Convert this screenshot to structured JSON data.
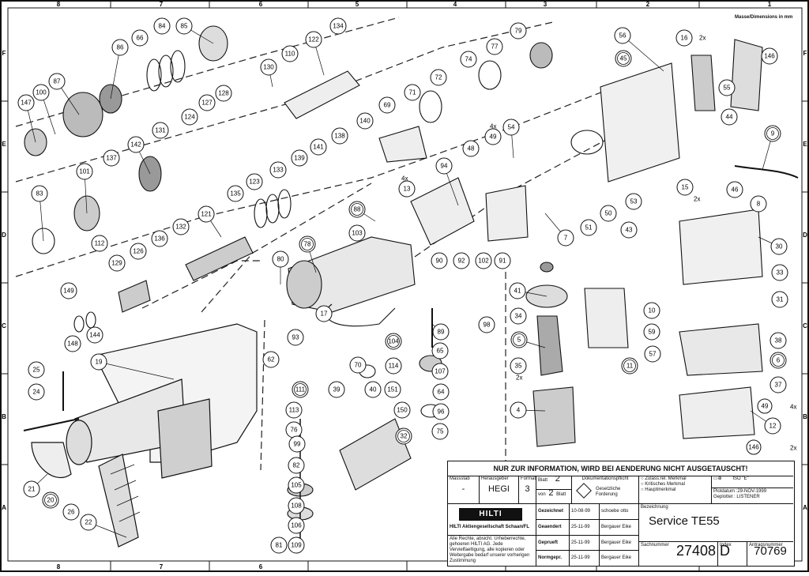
{
  "frame": {
    "top_cols": [
      "8",
      "7",
      "6",
      "5",
      "4",
      "3",
      "2",
      "1"
    ],
    "bottom_cols": [
      "8",
      "7",
      "6"
    ],
    "side_rows": [
      "F",
      "E",
      "D",
      "C",
      "B",
      "A"
    ],
    "dimension_note": "Masse/Dimensions in mm"
  },
  "callouts": [
    {
      "n": "147",
      "ring": false
    },
    {
      "n": "100",
      "ring": false
    },
    {
      "n": "87",
      "ring": false
    },
    {
      "n": "86",
      "ring": false
    },
    {
      "n": "66",
      "ring": false
    },
    {
      "n": "84",
      "ring": false
    },
    {
      "n": "85",
      "ring": false
    },
    {
      "n": "122",
      "ring": false
    },
    {
      "n": "134",
      "ring": false
    },
    {
      "n": "110",
      "ring": false
    },
    {
      "n": "130",
      "ring": false
    },
    {
      "n": "128",
      "ring": false
    },
    {
      "n": "127",
      "ring": false
    },
    {
      "n": "124",
      "ring": false
    },
    {
      "n": "131",
      "ring": false
    },
    {
      "n": "142",
      "ring": false
    },
    {
      "n": "137",
      "ring": false
    },
    {
      "n": "101",
      "ring": false
    },
    {
      "n": "83",
      "ring": false
    },
    {
      "n": "112",
      "ring": false
    },
    {
      "n": "135",
      "ring": false
    },
    {
      "n": "123",
      "ring": false
    },
    {
      "n": "133",
      "ring": false
    },
    {
      "n": "139",
      "ring": false
    },
    {
      "n": "141",
      "ring": false
    },
    {
      "n": "138",
      "ring": false
    },
    {
      "n": "140",
      "ring": false
    },
    {
      "n": "69",
      "ring": false
    },
    {
      "n": "71",
      "ring": false
    },
    {
      "n": "72",
      "ring": false
    },
    {
      "n": "74",
      "ring": false
    },
    {
      "n": "77",
      "ring": false
    },
    {
      "n": "79",
      "ring": false
    },
    {
      "n": "121",
      "ring": false
    },
    {
      "n": "132",
      "ring": false
    },
    {
      "n": "136",
      "ring": false
    },
    {
      "n": "126",
      "ring": false
    },
    {
      "n": "129",
      "ring": false
    },
    {
      "n": "149",
      "ring": false
    },
    {
      "n": "148",
      "ring": false
    },
    {
      "n": "144",
      "ring": false
    },
    {
      "n": "88",
      "ring": true
    },
    {
      "n": "103",
      "ring": false
    },
    {
      "n": "80",
      "ring": false
    },
    {
      "n": "78",
      "ring": true
    },
    {
      "n": "17",
      "ring": false
    },
    {
      "n": "90",
      "ring": false
    },
    {
      "n": "92",
      "ring": false
    },
    {
      "n": "102",
      "ring": false
    },
    {
      "n": "91",
      "ring": false
    },
    {
      "n": "98",
      "ring": false
    },
    {
      "n": "94",
      "ring": false
    },
    {
      "n": "13",
      "ring": false
    },
    {
      "n": "48",
      "ring": false
    },
    {
      "n": "49",
      "ring": false
    },
    {
      "n": "54",
      "ring": false
    },
    {
      "n": "7",
      "ring": false
    },
    {
      "n": "51",
      "ring": false
    },
    {
      "n": "50",
      "ring": false
    },
    {
      "n": "53",
      "ring": false
    },
    {
      "n": "56",
      "ring": false
    },
    {
      "n": "45",
      "ring": true
    },
    {
      "n": "16",
      "ring": false
    },
    {
      "n": "55",
      "ring": false
    },
    {
      "n": "146",
      "ring": false
    },
    {
      "n": "44",
      "ring": false
    },
    {
      "n": "9",
      "ring": true
    },
    {
      "n": "46",
      "ring": false
    },
    {
      "n": "8",
      "ring": false
    },
    {
      "n": "15",
      "ring": false
    },
    {
      "n": "43",
      "ring": false
    },
    {
      "n": "30",
      "ring": false
    },
    {
      "n": "33",
      "ring": false
    },
    {
      "n": "31",
      "ring": false
    },
    {
      "n": "10",
      "ring": false
    },
    {
      "n": "59",
      "ring": false
    },
    {
      "n": "57",
      "ring": false
    },
    {
      "n": "11",
      "ring": true
    },
    {
      "n": "38",
      "ring": false
    },
    {
      "n": "6",
      "ring": true
    },
    {
      "n": "37",
      "ring": false
    },
    {
      "n": "12",
      "ring": false
    },
    {
      "n": "41",
      "ring": false
    },
    {
      "n": "34",
      "ring": false
    },
    {
      "n": "5",
      "ring": true
    },
    {
      "n": "35",
      "ring": false
    },
    {
      "n": "4",
      "ring": false
    },
    {
      "n": "89",
      "ring": false
    },
    {
      "n": "65",
      "ring": false
    },
    {
      "n": "107",
      "ring": false
    },
    {
      "n": "64",
      "ring": false
    },
    {
      "n": "96",
      "ring": false
    },
    {
      "n": "75",
      "ring": false
    },
    {
      "n": "104",
      "ring": true
    },
    {
      "n": "114",
      "ring": false
    },
    {
      "n": "70",
      "ring": false
    },
    {
      "n": "39",
      "ring": false
    },
    {
      "n": "40",
      "ring": false
    },
    {
      "n": "151",
      "ring": false
    },
    {
      "n": "150",
      "ring": false
    },
    {
      "n": "32",
      "ring": true
    },
    {
      "n": "93",
      "ring": false
    },
    {
      "n": "62",
      "ring": false
    },
    {
      "n": "111",
      "ring": true
    },
    {
      "n": "113",
      "ring": false
    },
    {
      "n": "76",
      "ring": false
    },
    {
      "n": "99",
      "ring": false
    },
    {
      "n": "82",
      "ring": false
    },
    {
      "n": "105",
      "ring": false
    },
    {
      "n": "108",
      "ring": false
    },
    {
      "n": "106",
      "ring": false
    },
    {
      "n": "109",
      "ring": false
    },
    {
      "n": "81",
      "ring": false
    },
    {
      "n": "25",
      "ring": false
    },
    {
      "n": "24",
      "ring": false
    },
    {
      "n": "19",
      "ring": false
    },
    {
      "n": "21",
      "ring": false
    },
    {
      "n": "20",
      "ring": true
    },
    {
      "n": "26",
      "ring": false
    },
    {
      "n": "22",
      "ring": false
    }
  ],
  "quantity_notes": [
    {
      "for": "16",
      "text": "2x"
    },
    {
      "for": "13",
      "text": "4x"
    },
    {
      "for": "49",
      "text": "4x"
    },
    {
      "for": "15",
      "text": "2x"
    },
    {
      "for": "35",
      "text": "2x"
    },
    {
      "for": "49b",
      "text": "4x"
    },
    {
      "for": "146b",
      "text": "2x"
    }
  ],
  "small_callouts": [
    {
      "n": "49",
      "note": "4x"
    },
    {
      "n": "146",
      "note": "2x"
    }
  ],
  "title_block": {
    "header": "NUR ZUR INFORMATION, WIRD BEI AENDERUNG NICHT AUSGETAUSCHT!",
    "massstab_label": "Massstab",
    "massstab_value": "-",
    "herausgeber_label": "Herausgeber",
    "herausgeber_value": "HEGI",
    "format_label": "Format",
    "format_value": "3",
    "blatt_label": "Blatt",
    "blatt_value": "2",
    "von_label": "von",
    "von_value": "2",
    "blatt2_label": "Blatt",
    "dokumentation_label": "Dokumentationspflicht",
    "gesetzliche_label": "Gesetzliche Forderung",
    "legend_1": "Zulass.rel. Merkmal",
    "legend_2": "Kritisches Merkmal",
    "legend_3": "Hauptmerkmal",
    "iso_label": "ISO \"E\"",
    "plotdatum": "Plotdatum :29-NOV-1999",
    "geplottet": "Geplottet : LISTENER",
    "logo": "HILTI",
    "company": "HILTI Aktiengesellschaft Schaan/FL",
    "rights": "Alle Rechte, absicht. Urheberrechte, gehoeren HILTI AG. Jede Vervielfaeltigung, alle kopieren oder Weitergabe bedarf unserer vorherigen Zustimmung",
    "rows": [
      {
        "label": "Gezeichnet",
        "date": "10-08-99",
        "name": "schoebe otto"
      },
      {
        "label": "Geaendert",
        "date": "25-11-99",
        "name": "Bergauer Eike"
      },
      {
        "label": "Geprueft",
        "date": "25-11-99",
        "name": "Bergauer Eike"
      },
      {
        "label": "Normgepr.",
        "date": "25-11-99",
        "name": "Bergauer Eike"
      }
    ],
    "bezeichnung_label": "Bezeichnung",
    "bezeichnung_value": "Service TE55",
    "sachnummer_label": "Sachnummer",
    "sachnummer_value": "27408",
    "index_label": "Index",
    "index_value": "D",
    "antrag_label": "Antragsnummer",
    "antrag_value": "70769"
  }
}
